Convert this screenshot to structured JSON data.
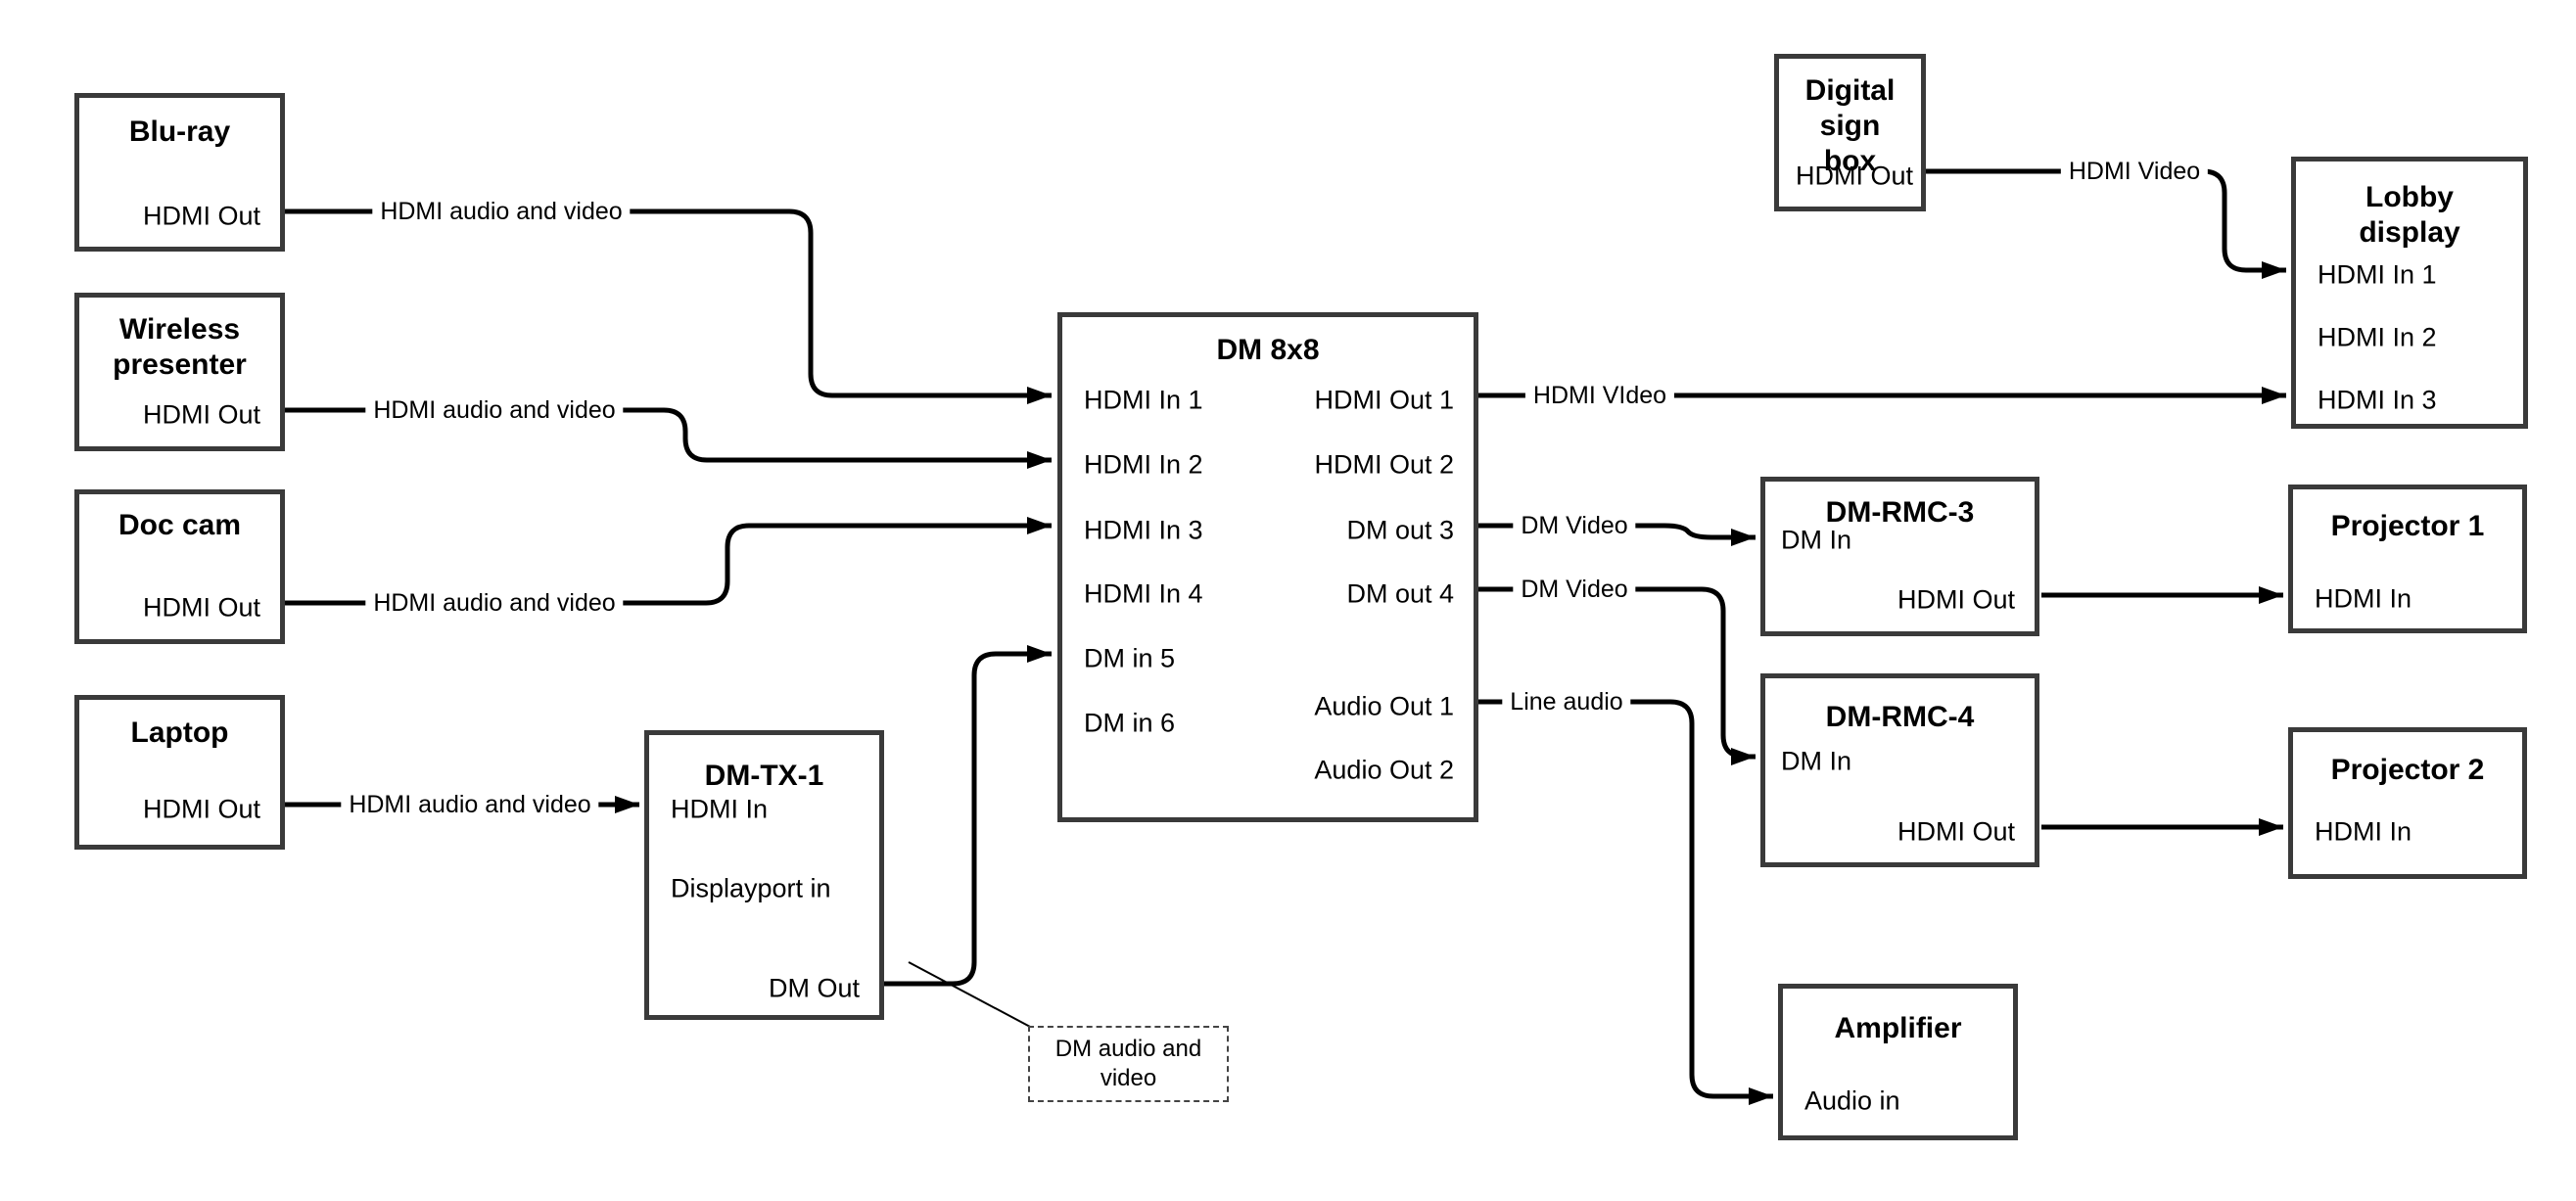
{
  "diagram": {
    "background": "#ffffff",
    "wire_color": "#000000",
    "box_border_color": "#3a3a3a",
    "nodes": {
      "bluray": {
        "title": "Blu-ray",
        "port_hdmi_out": "HDMI Out"
      },
      "wireless_presenter": {
        "title_lines": [
          "Wireless",
          "presenter"
        ],
        "port_hdmi_out": "HDMI Out"
      },
      "doc_cam": {
        "title": "Doc cam",
        "port_hdmi_out": "HDMI Out"
      },
      "laptop": {
        "title": "Laptop",
        "port_hdmi_out": "HDMI Out"
      },
      "dm_tx_1": {
        "title": "DM-TX-1",
        "port_hdmi_in": "HDMI In",
        "port_displayport_in": "Displayport in",
        "port_dm_out": "DM Out"
      },
      "dm_8x8": {
        "title": "DM 8x8",
        "port_hdmi_in_1": "HDMI In 1",
        "port_hdmi_in_2": "HDMI In 2",
        "port_hdmi_in_3": "HDMI In 3",
        "port_hdmi_in_4": "HDMI In 4",
        "port_dm_in_5": "DM in 5",
        "port_dm_in_6": "DM in 6",
        "port_hdmi_out_1": "HDMI Out 1",
        "port_hdmi_out_2": "HDMI Out 2",
        "port_dm_out_3": "DM out 3",
        "port_dm_out_4": "DM out 4",
        "port_audio_out_1": "Audio Out 1",
        "port_audio_out_2": "Audio Out 2"
      },
      "digital_sign_box": {
        "title_lines": [
          "Digital sign",
          "box"
        ],
        "port_hdmi_out": "HDMI Out"
      },
      "lobby_display": {
        "title_lines": [
          "Lobby",
          "display"
        ],
        "port_hdmi_in_1": "HDMI In 1",
        "port_hdmi_in_2": "HDMI In 2",
        "port_hdmi_in_3": "HDMI In 3"
      },
      "dm_rmc_3": {
        "title": "DM-RMC-3",
        "port_dm_in": "DM In",
        "port_hdmi_out": "HDMI Out"
      },
      "projector_1": {
        "title": "Projector 1",
        "port_hdmi_in": "HDMI In"
      },
      "dm_rmc_4": {
        "title": "DM-RMC-4",
        "port_dm_in": "DM In",
        "port_hdmi_out": "HDMI Out"
      },
      "projector_2": {
        "title": "Projector 2",
        "port_hdmi_in": "HDMI In"
      },
      "amplifier": {
        "title": "Amplifier",
        "port_audio_in": "Audio in"
      }
    },
    "wire_labels": {
      "bluray_to_dm8x8": "HDMI audio and video",
      "wireless_to_dm8x8": "HDMI audio and video",
      "doccam_to_dm8x8": "HDMI audio and video",
      "laptop_to_dmtx1": "HDMI audio and video",
      "hdmi_out_1": "HDMI VIdeo",
      "dm_out_3": "DM Video",
      "dm_out_4": "DM Video",
      "audio_out_1": "Line audio",
      "digital_sign": "HDMI Video"
    },
    "callout": {
      "text": "DM audio and video"
    }
  }
}
